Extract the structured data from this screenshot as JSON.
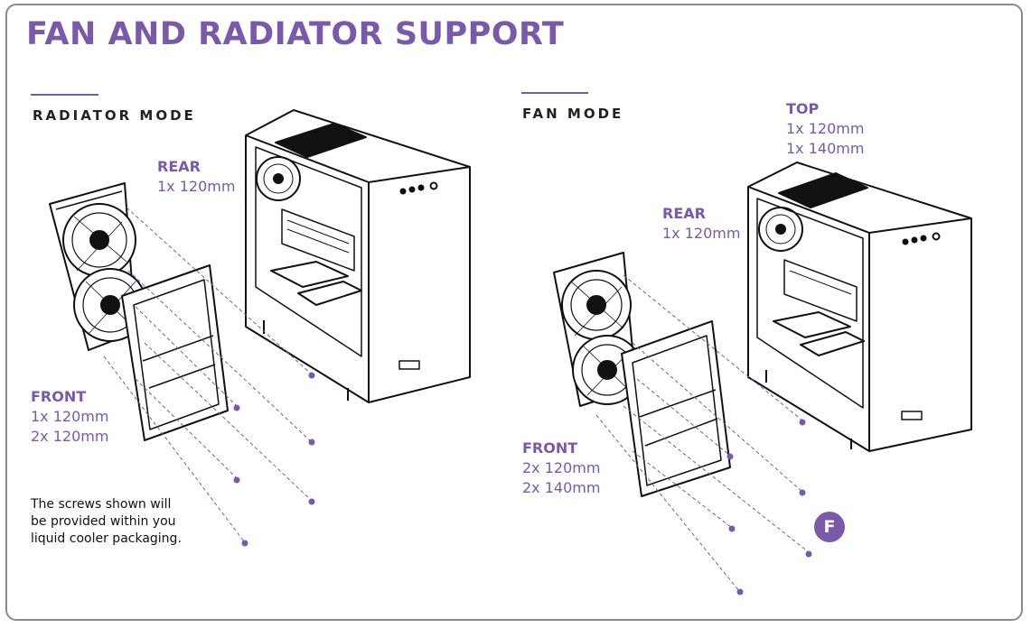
{
  "title": "FAN AND RADIATOR SUPPORT",
  "radiator_mode": {
    "heading": "RADIATOR MODE",
    "rear": {
      "label": "REAR",
      "sizes": [
        "1x 120mm"
      ]
    },
    "front": {
      "label": "FRONT",
      "sizes": [
        "1x 120mm",
        "2x 120mm"
      ]
    },
    "note_lines": [
      "The screws shown will",
      "be provided within you",
      "liquid cooler packaging."
    ]
  },
  "fan_mode": {
    "heading": "FAN MODE",
    "top": {
      "label": "TOP",
      "sizes": [
        "1x 120mm",
        "1x 140mm"
      ]
    },
    "rear": {
      "label": "REAR",
      "sizes": [
        "1x 120mm"
      ]
    },
    "front": {
      "label": "FRONT",
      "sizes": [
        "2x 120mm",
        "2x 140mm"
      ]
    }
  },
  "badge": "F",
  "colors": {
    "accent": "#7a5aa8",
    "line": "#111111",
    "frame": "#8a8a8a"
  }
}
